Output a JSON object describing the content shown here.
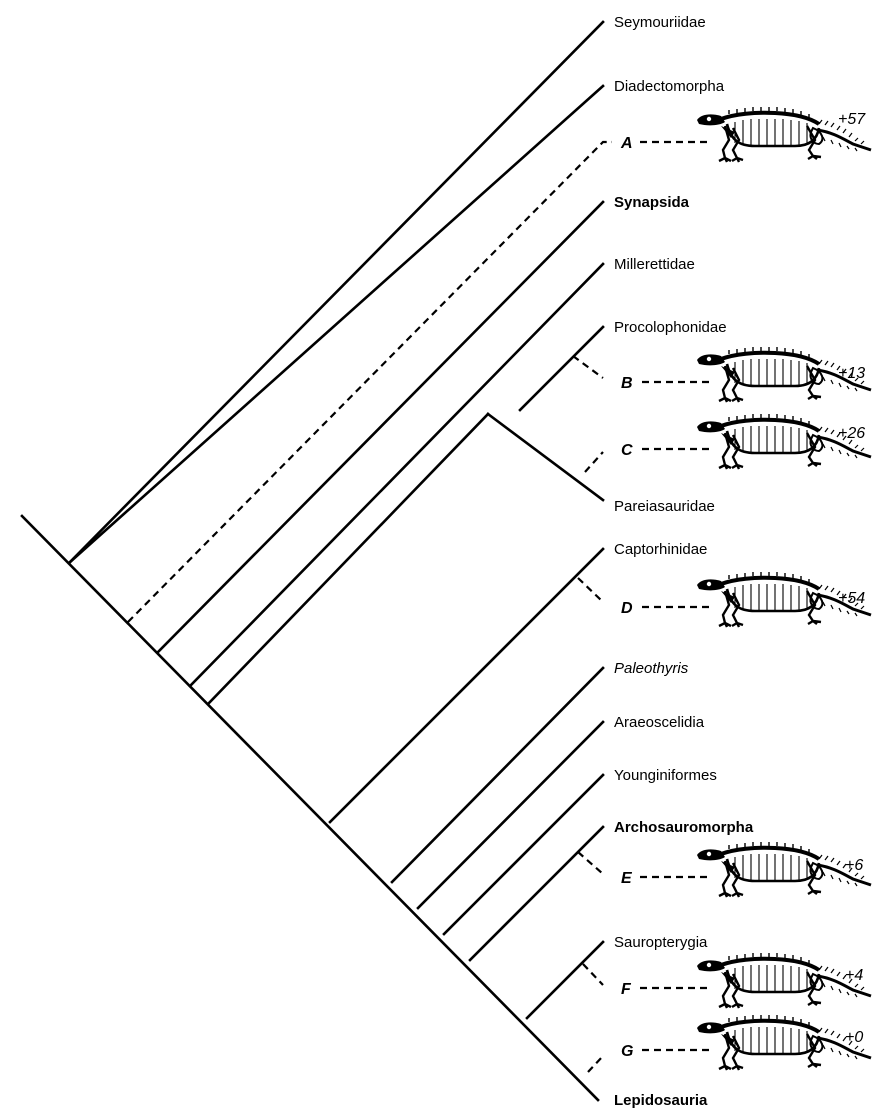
{
  "taxa": [
    {
      "label": "Seymouriidae",
      "weight": "normal",
      "style": "normal"
    },
    {
      "label": "Diadectomorpha",
      "weight": "normal",
      "style": "normal"
    },
    {
      "label": "Synapsida",
      "weight": "bold",
      "style": "normal"
    },
    {
      "label": "Millerettidae",
      "weight": "normal",
      "style": "normal"
    },
    {
      "label": "Procolophonidae",
      "weight": "normal",
      "style": "normal"
    },
    {
      "label": "Pareiasauridae",
      "weight": "normal",
      "style": "normal"
    },
    {
      "label": "Captorhinidae",
      "weight": "normal",
      "style": "normal"
    },
    {
      "label": "Paleothyris",
      "weight": "normal",
      "style": "italic"
    },
    {
      "label": "Araeoscelidia",
      "weight": "normal",
      "style": "normal"
    },
    {
      "label": "Younginiformes",
      "weight": "normal",
      "style": "normal"
    },
    {
      "label": "Archosauromorpha",
      "weight": "bold",
      "style": "normal"
    },
    {
      "label": "Sauropterygia",
      "weight": "normal",
      "style": "normal"
    },
    {
      "label": "Lepidosauria",
      "weight": "bold",
      "style": "normal"
    }
  ],
  "placements": [
    {
      "letter": "A",
      "count": "+57"
    },
    {
      "letter": "B",
      "count": "+13"
    },
    {
      "letter": "C",
      "count": "+26"
    },
    {
      "letter": "D",
      "count": "+54"
    },
    {
      "letter": "E",
      "count": "+6"
    },
    {
      "letter": "F",
      "count": "+4"
    },
    {
      "letter": "G",
      "count": "+0"
    }
  ],
  "icons": {
    "placement_silhouette": "reptile-skeleton-icon"
  },
  "colors": {
    "line": "#000000",
    "background": "#ffffff"
  }
}
